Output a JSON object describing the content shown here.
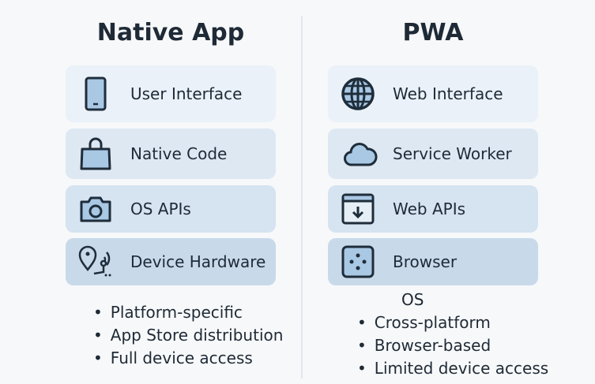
{
  "native": {
    "title": "Native App",
    "layers": [
      "User Interface",
      "Native Code",
      "OS APIs",
      "Device Hardware"
    ],
    "bullets": [
      "Platform-specific",
      "App Store distribution",
      "Full device access"
    ]
  },
  "pwa": {
    "title": "PWA",
    "layers": [
      "Web Interface",
      "Service Worker",
      "Web APIs",
      "Browser"
    ],
    "os_label": "OS",
    "bullets": [
      "Cross-platform",
      "Browser-based",
      "Limited device access"
    ]
  },
  "colors": {
    "icon_fill": "#a9c8e4",
    "stroke": "#1f2d3a"
  }
}
